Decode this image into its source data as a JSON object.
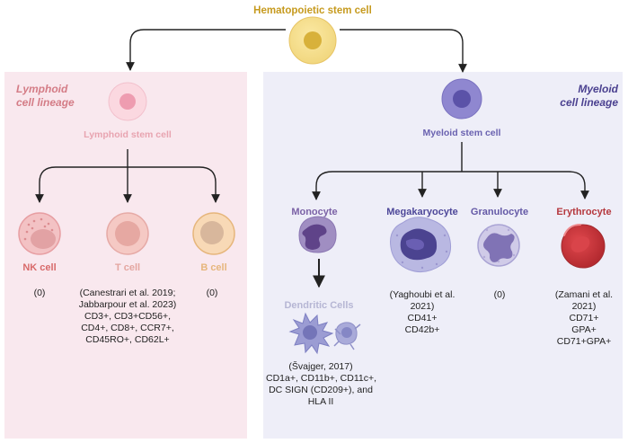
{
  "title": "Hematopoietic stem cell",
  "lymphoid": {
    "lineage_lines": [
      "Lymphoid",
      "cell lineage"
    ],
    "stem_label": "Lymphoid stem cell",
    "cells": [
      {
        "label": "NK cell",
        "refs": [
          "(0)"
        ]
      },
      {
        "label": "T cell",
        "refs": [
          "(Canestrari et al. 2019;",
          "Jabbarpour et al. 2023)",
          "CD3+, CD3+CD56+,",
          "CD4+, CD8+, CCR7+,",
          "CD45RO+, CD62L+"
        ]
      },
      {
        "label": "B cell",
        "refs": [
          "(0)"
        ]
      }
    ]
  },
  "myeloid": {
    "lineage_lines": [
      "Myeloid",
      "cell lineage"
    ],
    "stem_label": "Myeloid stem cell",
    "cells": [
      {
        "label": "Monocyte",
        "refs": []
      },
      {
        "label": "Megakaryocyte",
        "refs": [
          "(Yaghoubi et al.",
          "2021)",
          "CD41+",
          "CD42b+"
        ]
      },
      {
        "label": "Granulocyte",
        "refs": [
          "(0)"
        ]
      },
      {
        "label": "Erythrocyte",
        "refs": [
          "(Zamani et al.",
          "2021)",
          "CD71+",
          "GPA+",
          "CD71+GPA+"
        ]
      }
    ],
    "dendritic": {
      "label": "Dendritic Cells",
      "refs": [
        "(Švajger, 2017)",
        "CD1a+, CD11b+, CD11c+,",
        "DC SIGN (CD209+), and",
        "HLA  II"
      ]
    }
  },
  "colors": {
    "lymphoid_bg": "#f9e8ee",
    "myeloid_bg": "#eeeef8",
    "hsc": "#c69a1e",
    "lymphoid_title": "#d47c86",
    "lymphoid_stem": "#e8a4b0",
    "nk": "#d86a6a",
    "t": "#e4a6a0",
    "b": "#e6b67c",
    "myeloid_title": "#4b4190",
    "myeloid_stem": "#6a62b0",
    "monocyte": "#7b62a6",
    "megakaryocyte": "#4d4799",
    "granulocyte": "#6459a6",
    "erythrocyte": "#b5383e",
    "dendritic": "#b6b6d4"
  }
}
